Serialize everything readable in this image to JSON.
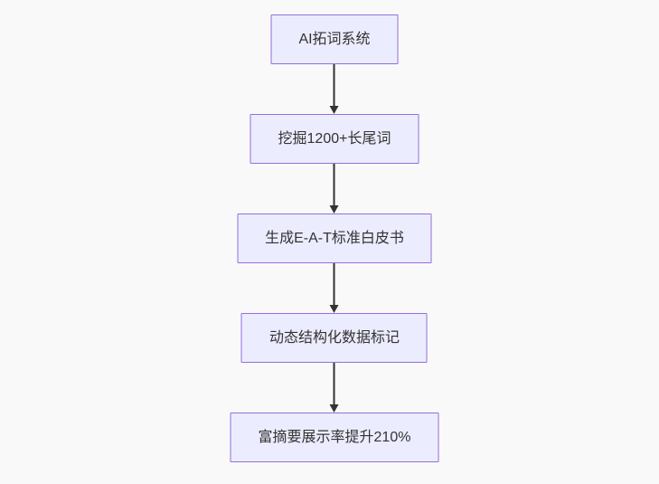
{
  "diagram": {
    "type": "flowchart",
    "direction": "top-down",
    "nodes": [
      {
        "id": "n1",
        "label": "AI拓词系统"
      },
      {
        "id": "n2",
        "label": "挖掘1200+长尾词"
      },
      {
        "id": "n3",
        "label": "生成E-A-T标准白皮书"
      },
      {
        "id": "n4",
        "label": "动态结构化数据标记"
      },
      {
        "id": "n5",
        "label": "富摘要展示率提升210%"
      }
    ],
    "edges": [
      {
        "from": "n1",
        "to": "n2"
      },
      {
        "from": "n2",
        "to": "n3"
      },
      {
        "from": "n3",
        "to": "n4"
      },
      {
        "from": "n4",
        "to": "n5"
      }
    ],
    "colors": {
      "node_fill": "#ECECFF",
      "node_border": "#9370DB",
      "arrow": "#333333",
      "text": "#333333",
      "background": "#f9f9f9"
    }
  }
}
